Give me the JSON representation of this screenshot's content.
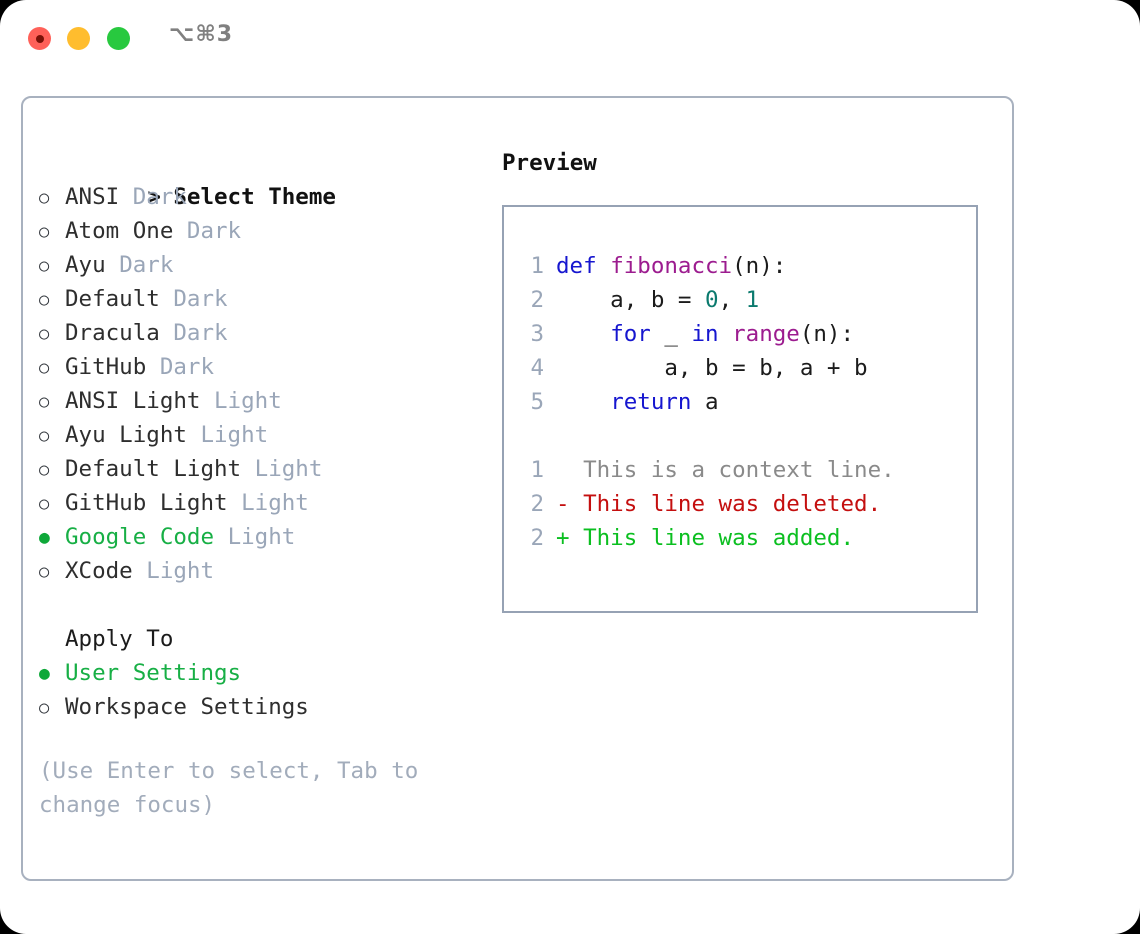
{
  "window": {
    "shortcut": "⌥⌘3",
    "traffic_lights": [
      {
        "name": "close",
        "color": "#ff6159"
      },
      {
        "name": "minimize",
        "color": "#ffbd2e"
      },
      {
        "name": "maximize",
        "color": "#28c93f"
      }
    ]
  },
  "theme_picker": {
    "heading": "Select Theme",
    "caret": ">",
    "items": [
      {
        "name": "ANSI",
        "variant": "Dark",
        "selected": false
      },
      {
        "name": "Atom One",
        "variant": "Dark",
        "selected": false
      },
      {
        "name": "Ayu",
        "variant": "Dark",
        "selected": false
      },
      {
        "name": "Default",
        "variant": "Dark",
        "selected": false
      },
      {
        "name": "Dracula",
        "variant": "Dark",
        "selected": false
      },
      {
        "name": "GitHub",
        "variant": "Dark",
        "selected": false
      },
      {
        "name": "ANSI Light",
        "variant": "Light",
        "selected": false
      },
      {
        "name": "Ayu Light",
        "variant": "Light",
        "selected": false
      },
      {
        "name": "Default Light",
        "variant": "Light",
        "selected": false
      },
      {
        "name": "GitHub Light",
        "variant": "Light",
        "selected": false
      },
      {
        "name": "Google Code",
        "variant": "Light",
        "selected": true
      },
      {
        "name": "XCode",
        "variant": "Light",
        "selected": false
      }
    ]
  },
  "apply_to": {
    "label": "Apply To",
    "options": [
      {
        "name": "User Settings",
        "selected": true
      },
      {
        "name": "Workspace Settings",
        "selected": false
      }
    ]
  },
  "hint": "(Use Enter to select, Tab to change focus)",
  "preview": {
    "title": "Preview",
    "code_lines": [
      {
        "number": "1",
        "tokens": [
          {
            "text": "def ",
            "kind": "kw"
          },
          {
            "text": "fibonacci",
            "kind": "fn"
          },
          {
            "text": "(n):",
            "kind": "pl"
          }
        ]
      },
      {
        "number": "2",
        "tokens": [
          {
            "text": "    a, b = ",
            "kind": "pl"
          },
          {
            "text": "0",
            "kind": "num"
          },
          {
            "text": ", ",
            "kind": "pl"
          },
          {
            "text": "1",
            "kind": "num"
          }
        ]
      },
      {
        "number": "3",
        "tokens": [
          {
            "text": "    ",
            "kind": "pl"
          },
          {
            "text": "for",
            "kind": "kw"
          },
          {
            "text": " _ ",
            "kind": "pl"
          },
          {
            "text": "in",
            "kind": "kw"
          },
          {
            "text": " ",
            "kind": "pl"
          },
          {
            "text": "range",
            "kind": "fn"
          },
          {
            "text": "(n):",
            "kind": "pl"
          }
        ]
      },
      {
        "number": "4",
        "tokens": [
          {
            "text": "        a, b = b, a + b",
            "kind": "pl"
          }
        ]
      },
      {
        "number": "5",
        "tokens": [
          {
            "text": "    ",
            "kind": "pl"
          },
          {
            "text": "return",
            "kind": "kw"
          },
          {
            "text": " a",
            "kind": "pl"
          }
        ]
      }
    ],
    "diff_lines": [
      {
        "number": "1",
        "sign": " ",
        "text": "This is a context line.",
        "kind": "ctx"
      },
      {
        "number": "2",
        "sign": "-",
        "text": "This line was deleted.",
        "kind": "del"
      },
      {
        "number": "2",
        "sign": "+",
        "text": "This line was added.",
        "kind": "add"
      }
    ]
  },
  "colors": {
    "selected_green": "#17af45",
    "bullet_green": "#0ea839",
    "variant_gray": "#9aa6b8",
    "hint_gray": "#a2acbb",
    "panel_border": "#a8b1bf",
    "preview_border": "#96a2b4",
    "keyword_blue": "#1616cf",
    "function_purple": "#9c1c8f",
    "number_teal": "#0b7a6e",
    "diff_add": "#0bbf20",
    "diff_del": "#c40f0f",
    "diff_ctx": "#8a8a8a"
  }
}
